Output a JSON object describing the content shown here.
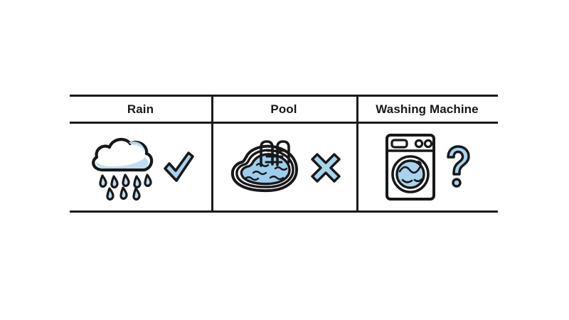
{
  "page": {
    "background_color": "#ffffff",
    "line_color": "#1a1a1a",
    "accent_blue": "#a9d2ec",
    "water_blue": "#9ecdeb",
    "text_color": "#17181a"
  },
  "table": {
    "columns": [
      {
        "key": "rain",
        "header": "Rain",
        "icon": "rain-cloud-icon",
        "mark": "check-mark-icon",
        "mark_glyph": "✓",
        "mark_meaning": "yes"
      },
      {
        "key": "pool",
        "header": "Pool",
        "icon": "swimming-pool-icon",
        "mark": "cross-mark-icon",
        "mark_glyph": "✕",
        "mark_meaning": "no"
      },
      {
        "key": "washing_machine",
        "header": "Washing Machine",
        "icon": "washing-machine-icon",
        "mark": "question-mark-icon",
        "mark_glyph": "?",
        "mark_meaning": "unknown"
      }
    ]
  }
}
